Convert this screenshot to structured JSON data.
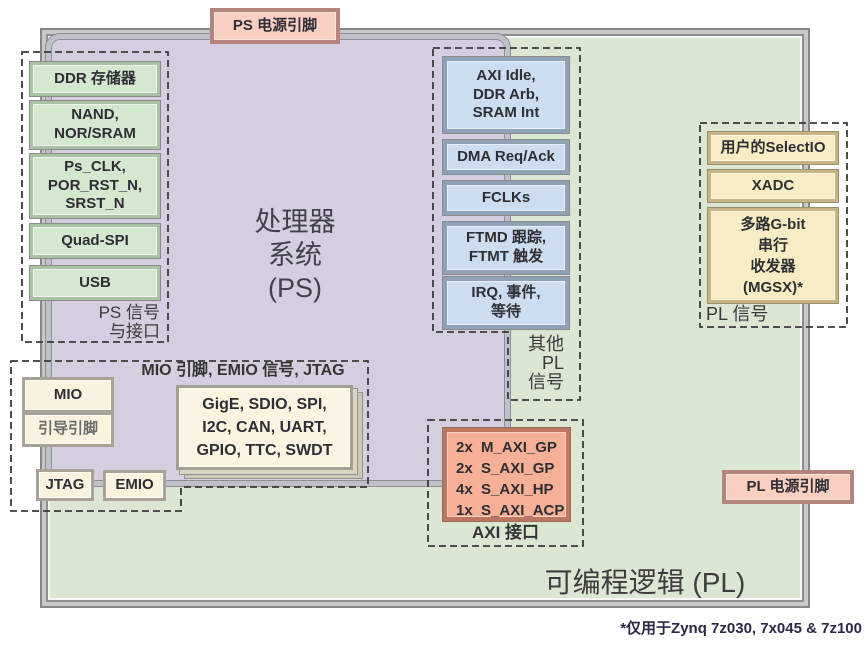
{
  "colors": {
    "page_bg": "#ffffff",
    "pl_green": "#dce7d3",
    "ps_purple": "#d5cee0",
    "frame_gray": "#8e8e8e",
    "green_box": "#d4e8d0",
    "blue_box": "#cbddef",
    "yellow_box": "#f7ecc4",
    "orange_box": "#f6b096",
    "pink_box": "#f9cfc2",
    "cream_box": "#f8f2df"
  },
  "ps_power_label": "PS  电源引脚",
  "pl_power_label": "PL  电源引脚",
  "ps_title": "处理器\n系统\n(PS)",
  "pl_title": "可编程逻辑  (PL)",
  "ps_signals": {
    "boxes": [
      "DDR  存储器",
      "NAND,\nNOR/SRAM",
      "Ps_CLK,\nPOR_RST_N,\nSRST_N",
      "Quad-SPI",
      "USB"
    ],
    "label": "PS  信号\n与接口"
  },
  "other_pl_signals": {
    "boxes": [
      "AXI  Idle,\nDDR  Arb,\nSRAM  Int",
      "DMA  Req/Ack",
      "FCLKs",
      "FTMD  跟踪,\nFTMT  触发",
      "IRQ,  事件,\n等待"
    ],
    "label": "其他\nPL\n信号"
  },
  "pl_signals": {
    "boxes": [
      "用户的SelectIO",
      "XADC",
      "多路G-bit\n串行\n收发器\n(MGSX)*"
    ],
    "label": "PL  信号"
  },
  "mio_group": {
    "title": "MIO  引脚,  EMIO  信号,  JTAG",
    "mio": "MIO",
    "boot_pins": "引导引脚",
    "jtag": "JTAG",
    "emio": "EMIO",
    "peripherals": "GigE,  SDIO,  SPI,\nI2C,  CAN,  UART,\nGPIO,  TTC,  SWDT"
  },
  "axi_group": {
    "box": "2x  M_AXI_GP\n2x  S_AXI_GP\n4x  S_AXI_HP\n1x  S_AXI_ACP",
    "label": "AXI  接口"
  },
  "footnote": "*仅用于Zynq  7z030,  7x045  &  7z100"
}
